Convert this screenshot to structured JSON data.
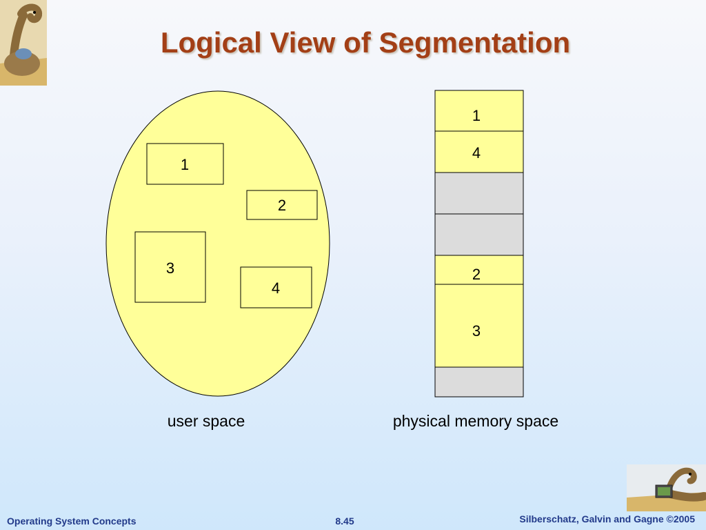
{
  "slide": {
    "title": "Logical View of Segmentation",
    "footer_left": "Operating System Concepts",
    "footer_center": "8.45",
    "footer_right": "Silberschatz, Galvin and Gagne ©2005"
  },
  "diagram": {
    "user_space": {
      "caption": "user space",
      "segments": [
        "1",
        "2",
        "3",
        "4"
      ]
    },
    "physical_memory": {
      "caption": "physical memory space",
      "blocks": [
        {
          "label": "1",
          "state": "used"
        },
        {
          "label": "4",
          "state": "used"
        },
        {
          "label": "",
          "state": "free"
        },
        {
          "label": "",
          "state": "free"
        },
        {
          "label": "2",
          "state": "used"
        },
        {
          "label": "3",
          "state": "used"
        },
        {
          "label": "",
          "state": "free"
        }
      ]
    }
  },
  "colors": {
    "segment_fill": "#ffff99",
    "free_fill": "#dcdcdc",
    "title": "#a33f16",
    "footer": "#223a8a"
  },
  "icons": [
    "dinosaur-logo-icon",
    "dinosaur-laptop-logo-icon"
  ]
}
